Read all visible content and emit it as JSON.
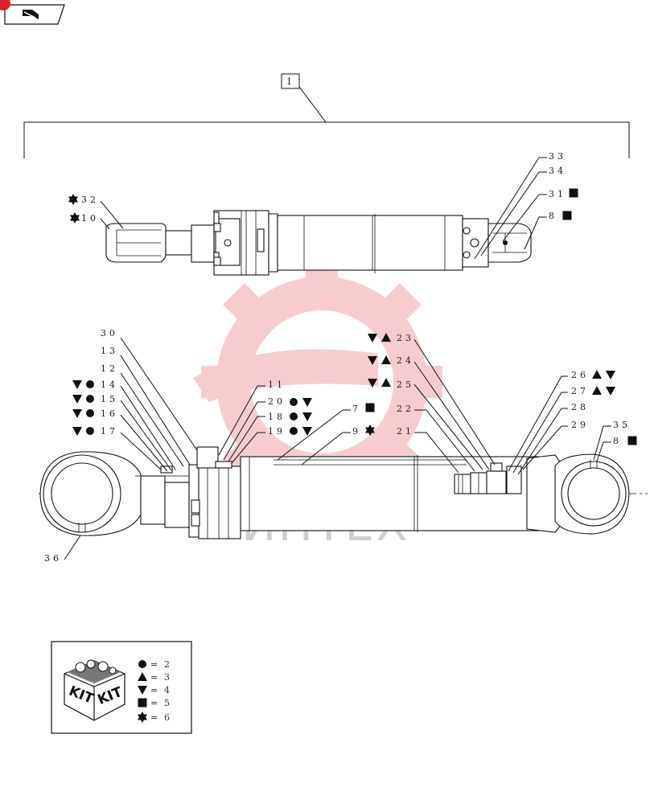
{
  "assembly_ref": "1",
  "watermark": "ИНТЕХ",
  "callouts": {
    "c32": "32",
    "c10": "10",
    "c33": "33",
    "c34": "34",
    "c31": "31",
    "c8a": "8",
    "c30": "30",
    "c13": "13",
    "c12": "12",
    "c14": "14",
    "c15": "15",
    "c16": "16",
    "c17": "17",
    "c11": "11",
    "c20": "20",
    "c18": "18",
    "c19": "19",
    "c7": "7",
    "c9": "9",
    "c23": "23",
    "c24": "24",
    "c25": "25",
    "c22": "22",
    "c21": "21",
    "c26": "26",
    "c27": "27",
    "c28": "28",
    "c29": "29",
    "c35": "35",
    "c8b": "8",
    "c36": "36"
  },
  "kit_legend": {
    "box_text": "KIT",
    "entries": [
      {
        "symbol": "circle",
        "value": "2"
      },
      {
        "symbol": "triangle-up",
        "value": "3"
      },
      {
        "symbol": "triangle-down",
        "value": "4"
      },
      {
        "symbol": "square",
        "value": "5"
      },
      {
        "symbol": "star",
        "value": "6"
      }
    ],
    "equals": "="
  },
  "nav_icon": "book-icon"
}
